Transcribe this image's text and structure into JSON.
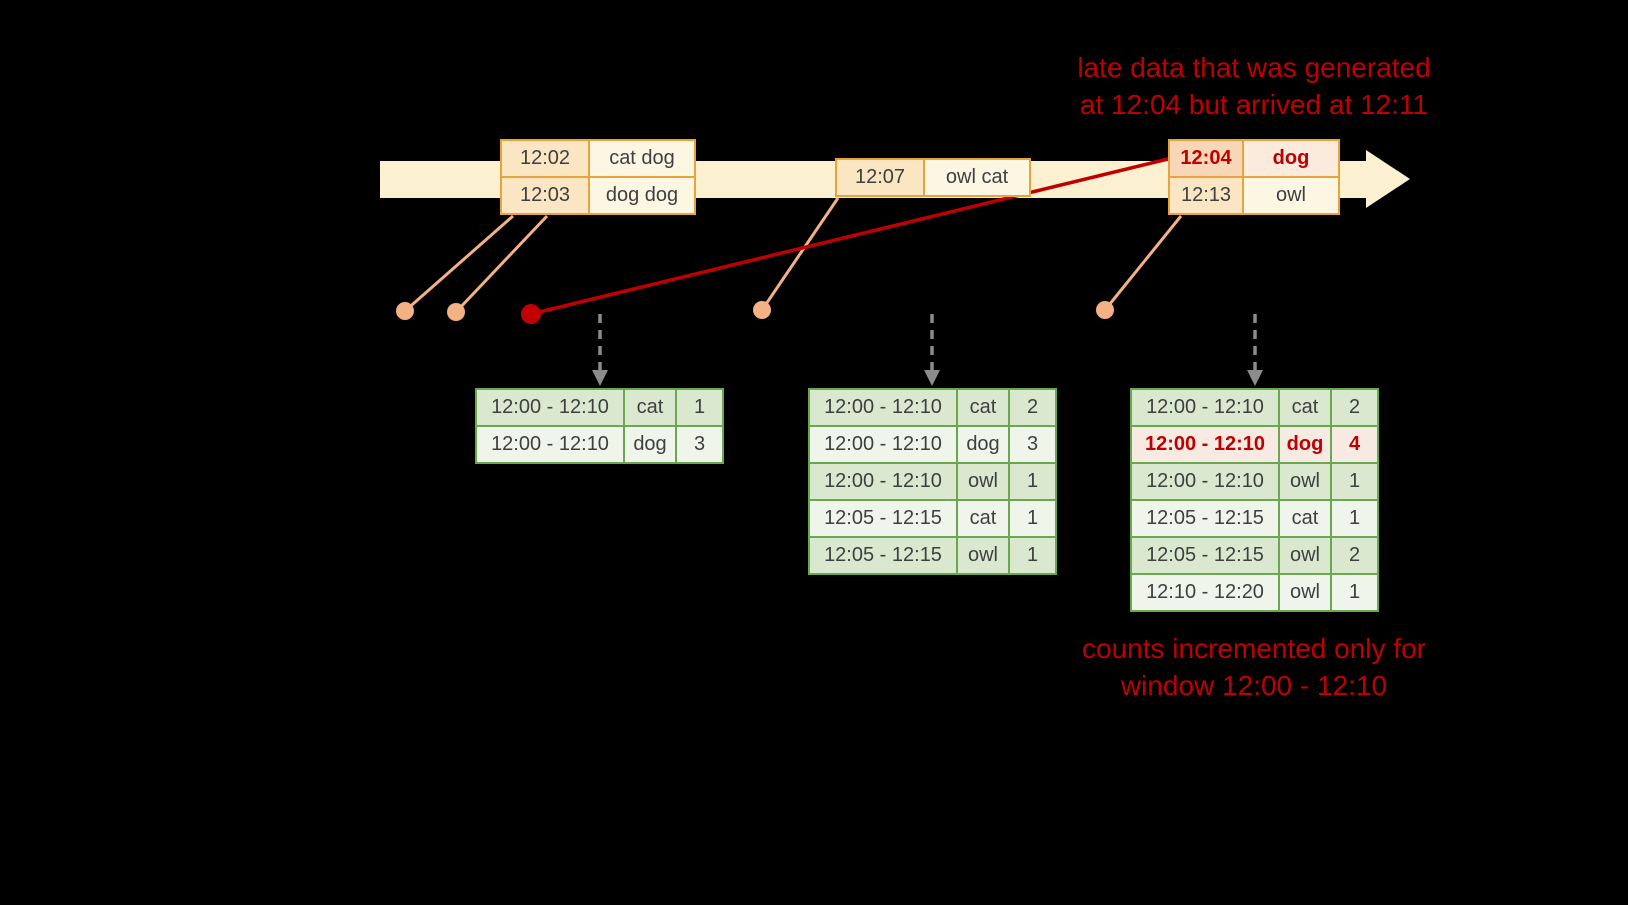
{
  "colors": {
    "background": "#000000",
    "timeline": "#FBF0CF",
    "orange": "#E8A33C",
    "time_fill": "#FAE6C2",
    "word_fill": "#FDF6E3",
    "connector": "#F4B183",
    "red": "#C00000",
    "green": "#6AA84F",
    "row_a": "#D9E8CF",
    "row_b": "#EFF5EB",
    "late_time_fill": "#F8D7B9",
    "late_word_fill": "#FBEBDC",
    "late_row_fill": "#F6EAE2",
    "arrow_gray": "#8C8C8C",
    "cell_text": "#3F3F3F"
  },
  "annotations": {
    "late_data": [
      "late data that was generated",
      "at 12:04 but arrived at 12:11"
    ],
    "counts": [
      "counts incremented only for",
      "window 12:00 - 12:10"
    ]
  },
  "events": [
    {
      "time": "12:02",
      "words": "cat dog"
    },
    {
      "time": "12:03",
      "words": "dog dog"
    },
    {
      "time": "12:07",
      "words": "owl cat"
    },
    {
      "time": "12:04",
      "words": "dog"
    },
    {
      "time": "12:13",
      "words": "owl"
    }
  ],
  "tables": [
    {
      "rows": [
        {
          "window": "12:00 - 12:10",
          "word": "cat",
          "count": "1"
        },
        {
          "window": "12:00 - 12:10",
          "word": "dog",
          "count": "3"
        }
      ]
    },
    {
      "rows": [
        {
          "window": "12:00 - 12:10",
          "word": "cat",
          "count": "2"
        },
        {
          "window": "12:00 - 12:10",
          "word": "dog",
          "count": "3"
        },
        {
          "window": "12:00 - 12:10",
          "word": "owl",
          "count": "1"
        },
        {
          "window": "12:05 - 12:15",
          "word": "cat",
          "count": "1"
        },
        {
          "window": "12:05 - 12:15",
          "word": "owl",
          "count": "1"
        }
      ]
    },
    {
      "rows": [
        {
          "window": "12:00 - 12:10",
          "word": "cat",
          "count": "2"
        },
        {
          "window": "12:00 - 12:10",
          "word": "dog",
          "count": "4"
        },
        {
          "window": "12:00 - 12:10",
          "word": "owl",
          "count": "1"
        },
        {
          "window": "12:05 - 12:15",
          "word": "cat",
          "count": "1"
        },
        {
          "window": "12:05 - 12:15",
          "word": "owl",
          "count": "2"
        },
        {
          "window": "12:10 - 12:20",
          "word": "owl",
          "count": "1"
        }
      ]
    }
  ]
}
